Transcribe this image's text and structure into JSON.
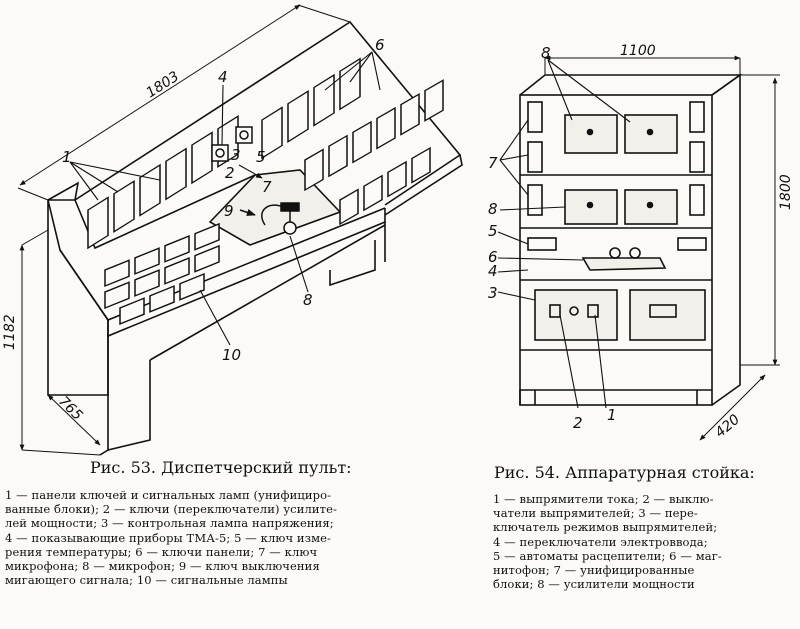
{
  "figure53": {
    "caption": "Рис. 53. Диспетчерский пульт:",
    "callouts": [
      "1",
      "2",
      "3",
      "4",
      "5",
      "6",
      "7",
      "8",
      "9",
      "10"
    ],
    "dimensions": {
      "width": "1803",
      "height": "1182",
      "depth": "765"
    },
    "legend": [
      "1 — панели ключей и сигнальных ламп (унифициро-",
      "ванные блоки); 2 — ключи (переключатели) усилите-",
      "лей мощности; 3 — контрольная лампа напряжения;",
      "4 — показывающие приборы ТМА-5; 5 — ключ изме-",
      "рения температуры; 6 — ключи панели; 7 — ключ",
      "микрофона; 8 — микрофон; 9 — ключ выключения",
      "мигающего сигнала; 10 — сигнальные лампы"
    ]
  },
  "figure54": {
    "caption": "Рис. 54. Аппаратурная стойка:",
    "callouts": [
      "1",
      "2",
      "3",
      "4",
      "5",
      "6",
      "7",
      "8"
    ],
    "dimensions": {
      "width": "1100",
      "height": "1800",
      "depth": "420"
    },
    "legend": [
      "1 — выпрямители тока; 2 — выклю-",
      "чатели выпрямителей; 3 — пере-",
      "ключатель режимов выпрямителей;",
      "4 — переключатели электровводa;",
      "5 — автоматы расцепители; 6 — маг-",
      "нитофон; 7 — унифицированные",
      "блоки; 8 — усилители мощности"
    ]
  }
}
